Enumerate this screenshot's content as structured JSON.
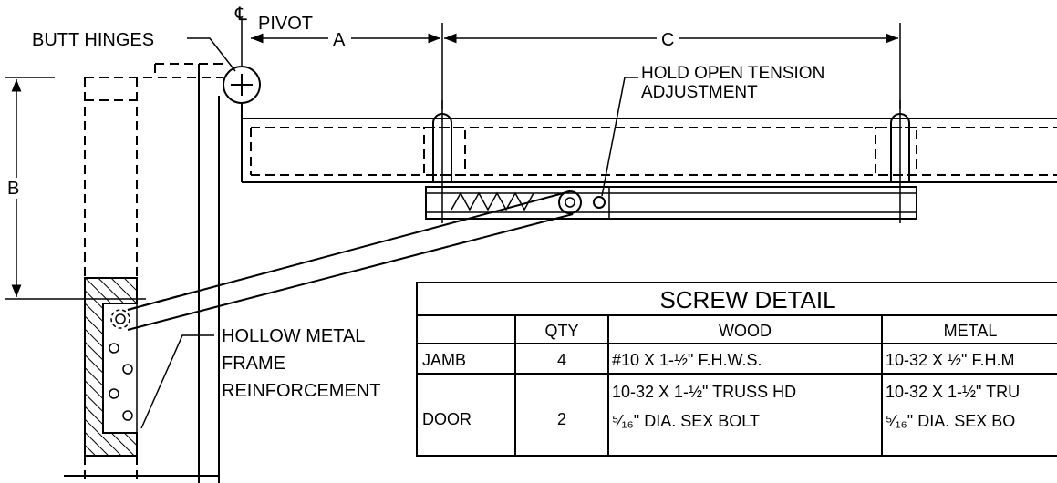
{
  "labels": {
    "butt_hinges": "BUTT HINGES",
    "pivot": "PIVOT",
    "pivot_symbol": "℄",
    "dim_a": "A",
    "dim_b": "B",
    "dim_c": "C",
    "hold_open_line1": "HOLD OPEN TENSION",
    "hold_open_line2": "ADJUSTMENT",
    "hollow_line1": "HOLLOW METAL",
    "hollow_line2": "FRAME",
    "hollow_line3": "REINFORCEMENT"
  },
  "screw_table": {
    "title": "SCREW DETAIL",
    "headers": [
      "",
      "QTY",
      "WOOD",
      "METAL"
    ],
    "rows": [
      {
        "name": "JAMB",
        "qty": "4",
        "wood": "#10 X 1-½\" F.H.W.S.",
        "metal": "10-32 X ½\" F.H.M"
      },
      {
        "name": "DOOR",
        "qty": "2",
        "wood_line1": "10-32 X 1-½\" TRUSS HD",
        "wood_line2": "⁵⁄₁₆\" DIA. SEX BOLT",
        "metal_line1": "10-32 X 1-½\" TRU",
        "metal_line2": "⁵⁄₁₆\" DIA. SEX BO"
      }
    ]
  }
}
